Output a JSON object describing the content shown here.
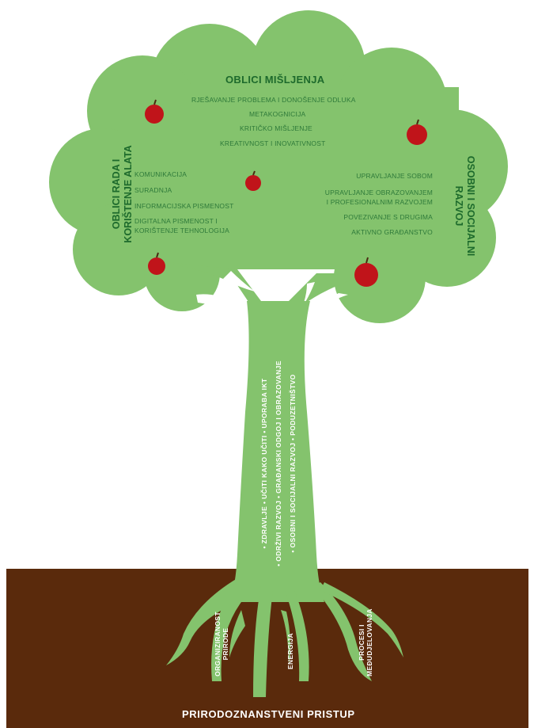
{
  "colors": {
    "canopy": "#84c36d",
    "trunk": "#84c36d",
    "soil": "#5a2a0c",
    "apple": "#c0141a",
    "text_dark_green": "#1d6a2c",
    "text_white": "#ffffff"
  },
  "canopy": {
    "top": {
      "title": "OBLICI MIŠLJENJA",
      "items": [
        "RJEŠAVANJE PROBLEMA I DONOŠENJE ODLUKA",
        "METAKOGNICIJA",
        "KRITIČKO MIŠLJENJE",
        "KREATIVNOST I INOVATIVNOST"
      ]
    },
    "left": {
      "title_line1": "OBLICI RADA I",
      "title_line2": "KORIŠTENJE ALATA",
      "items": [
        "KOMUNIKACIJA",
        "SURADNJA",
        "INFORMACIJSKA PISMENOST",
        "DIGITALNA PISMENOST I",
        "KORIŠTENJE TEHNOLOGIJA"
      ]
    },
    "right": {
      "title_line1": "OSOBNI I SOCIJALNI",
      "title_line2": "RAZVOJ",
      "items": [
        "UPRAVLJANJE SOBOM",
        "UPRAVLJANJE OBRAZOVANJEM",
        "I PROFESIONALNIM RAZVOJEM",
        "POVEZIVANJE S DRUGIMA",
        "AKTIVNO GRAĐANSTVO"
      ]
    }
  },
  "trunk": {
    "lines": [
      "• ZDRAVLJE   • UČITI KAKO UČITI   • UPORABA IKT",
      "• ODRŽIVI RAZVOJ   • GRAĐANSKI ODGOJ I OBRAZOVANJE",
      "• OSOBNI I SOCIJALNI RAZVOJ   • PODUZETNIŠTVO"
    ]
  },
  "roots": [
    {
      "line1": "ORGANIZIRANOST",
      "line2": "PRIRODE"
    },
    {
      "line1": "ENERGIJA",
      "line2": ""
    },
    {
      "line1": "PROCESI I",
      "line2": "MEĐUDJELOVANJA"
    }
  ],
  "ground": {
    "title": "PRIRODOZNANSTVENI PRISTUP"
  }
}
